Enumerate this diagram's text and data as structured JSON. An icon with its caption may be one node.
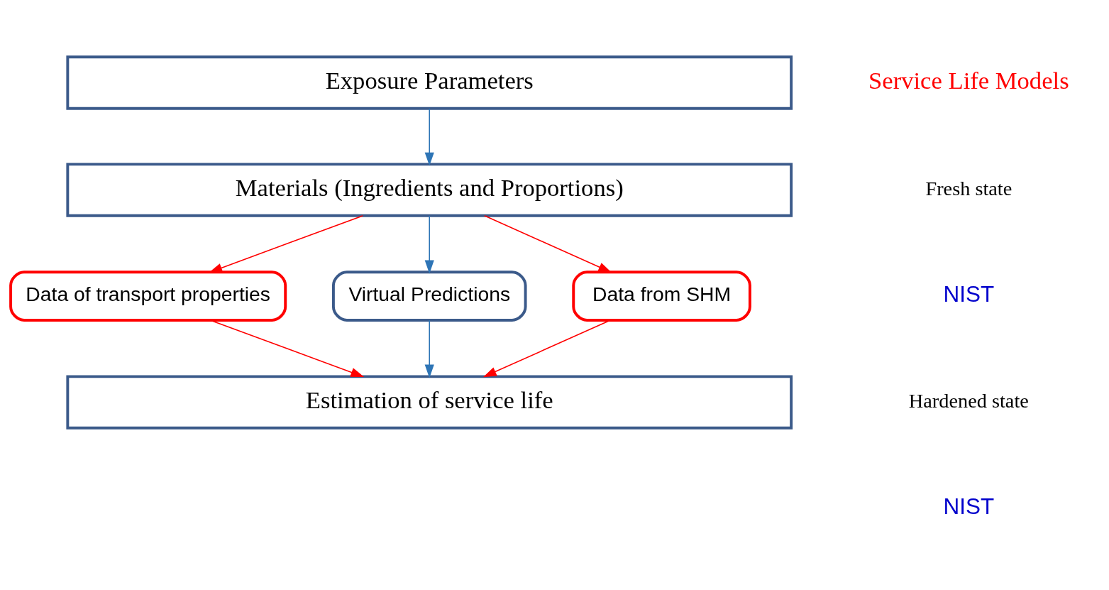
{
  "diagram": {
    "nodes": [
      {
        "text": [
          "Exposure Parameters"
        ]
      },
      {
        "text": [
          "Materials (Ingredients and Proportions)"
        ]
      },
      {
        "text": [
          "Data of transport properties"
        ]
      },
      {
        "text": [
          "Virtual Predictions"
        ]
      },
      {
        "text": [
          "Data from SHM"
        ]
      },
      {
        "text": [
          "Estimation of service life"
        ]
      }
    ],
    "edges": [
      {
        "from": 0,
        "to": 1,
        "arrow": "to",
        "color": "#2e75b6"
      },
      {
        "from": 1,
        "to": 2,
        "arrow": "to"
      },
      {
        "from": 1,
        "to": 3,
        "arrow": "to",
        "color": "#2e75b6"
      },
      {
        "from": 1,
        "to": 4,
        "arrow": "to"
      },
      {
        "from": 2,
        "to": 5,
        "arrow": "to"
      },
      {
        "from": 3,
        "to": 5,
        "arrow": "to",
        "color": "#2e75b6"
      },
      {
        "from": 4,
        "to": 5,
        "arrow": "to"
      }
    ],
    "labels": [
      "Service Life Models",
      "Fresh state",
      "NIST",
      "Hardened state",
      "NIST"
    ]
  }
}
